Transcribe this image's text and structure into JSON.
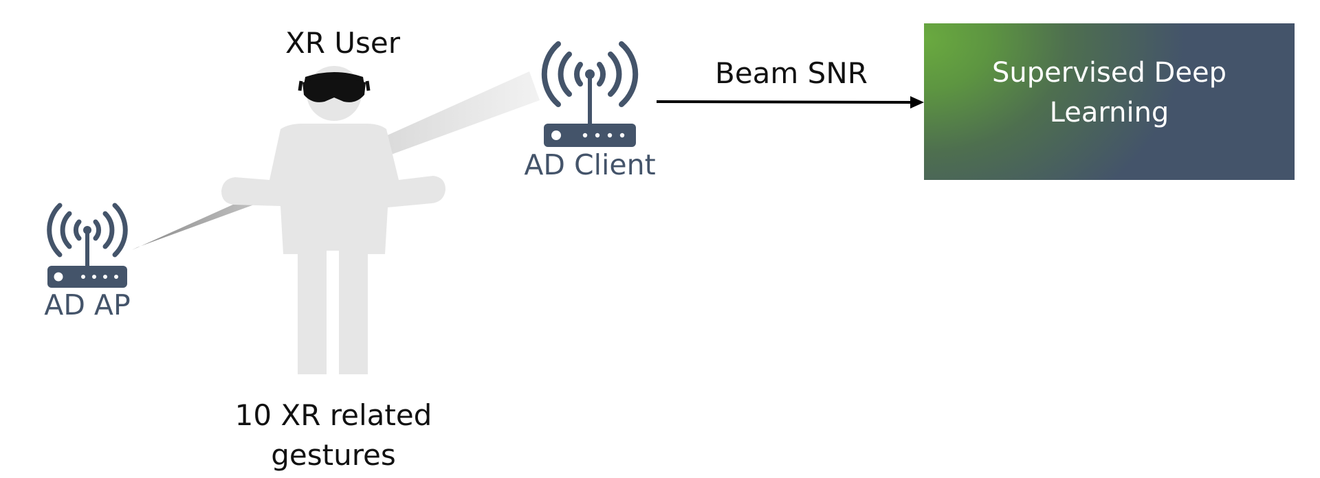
{
  "labels": {
    "xr_user": "XR User",
    "ad_client": "AD Client",
    "ad_ap": "AD AP",
    "beam_snr": "Beam SNR",
    "gestures_line1": "10 XR related",
    "gestures_line2": "gestures"
  },
  "deep_learning_box": {
    "text": "Supervised Deep Learning"
  },
  "icons": [
    "router-icon",
    "headset-icon",
    "person-icon",
    "wifi-waves-icon",
    "arrow-right-icon"
  ],
  "colors": {
    "router": "#44546a",
    "person": "#e6e6e6",
    "headset": "#111111",
    "arrow": "#000000",
    "box_green": "#6aaa40",
    "box_slate": "#44546a"
  }
}
